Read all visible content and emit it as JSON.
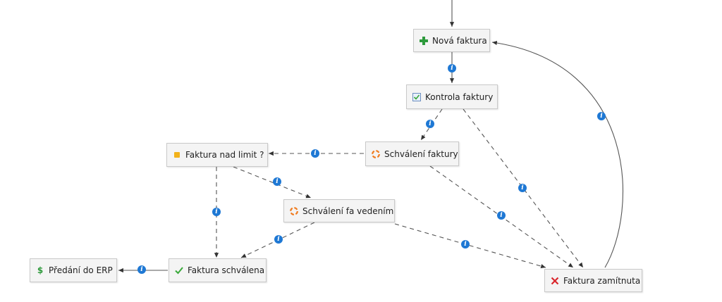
{
  "nodes": {
    "nova_faktura": {
      "label": "Nová faktura",
      "icon": "plus-icon"
    },
    "kontrola_faktury": {
      "label": "Kontrola faktury",
      "icon": "checklist-icon"
    },
    "schvaleni_faktury": {
      "label": "Schválení faktury",
      "icon": "cycle-icon"
    },
    "faktura_nad_limit": {
      "label": "Faktura nad limit ?",
      "icon": "square-icon"
    },
    "schvaleni_fa_vedenim": {
      "label": "Schválení fa vedením",
      "icon": "cycle-icon"
    },
    "faktura_schvalena": {
      "label": "Faktura schválena",
      "icon": "checkmark-icon"
    },
    "predani_do_erp": {
      "label": "Předání do ERP",
      "icon": "dollar-icon"
    },
    "faktura_zamitnuta": {
      "label": "Faktura zamítnuta",
      "icon": "cross-icon"
    }
  },
  "info_glyph": "i",
  "colors": {
    "info": "#1e78d4",
    "plus": "#2e9a3c",
    "check": "#39a93a",
    "dollar": "#2e9a3c",
    "cross": "#d9262c",
    "square": "#f2b21b",
    "cycle": "#f07b1f",
    "edge": "#555555"
  }
}
